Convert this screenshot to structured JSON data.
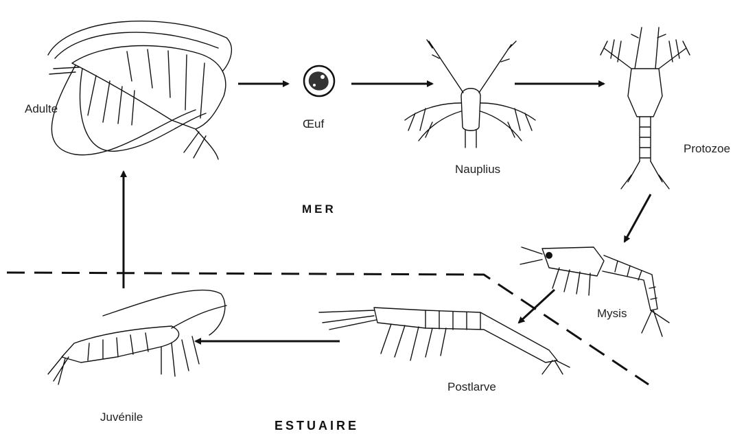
{
  "zones": {
    "sea": "MER",
    "estuary": "ESTUAIRE"
  },
  "stages": {
    "adult": "Adulte",
    "egg": "Œuf",
    "nauplius": "Nauplius",
    "protozoea": "Protozoe",
    "mysis": "Mysis",
    "postlarva": "Postlarve",
    "juvenile": "Juvénile"
  },
  "colors": {
    "ink": "#111111",
    "background": "#ffffff"
  }
}
